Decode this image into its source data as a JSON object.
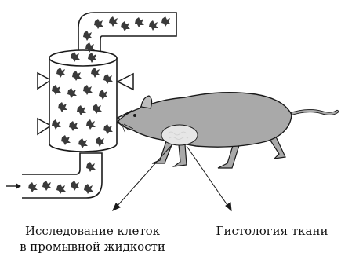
{
  "labels": {
    "cells_line1": "Исследование клеток",
    "cells_line2": "в промывной жидкости",
    "histology": "Гистология ткани"
  },
  "colors": {
    "outline": "#1a1a1a",
    "cell": "#3a3a3a",
    "fill": "#ffffff",
    "rat": "#a9a9a9",
    "lesion": "#e6e6e6"
  }
}
